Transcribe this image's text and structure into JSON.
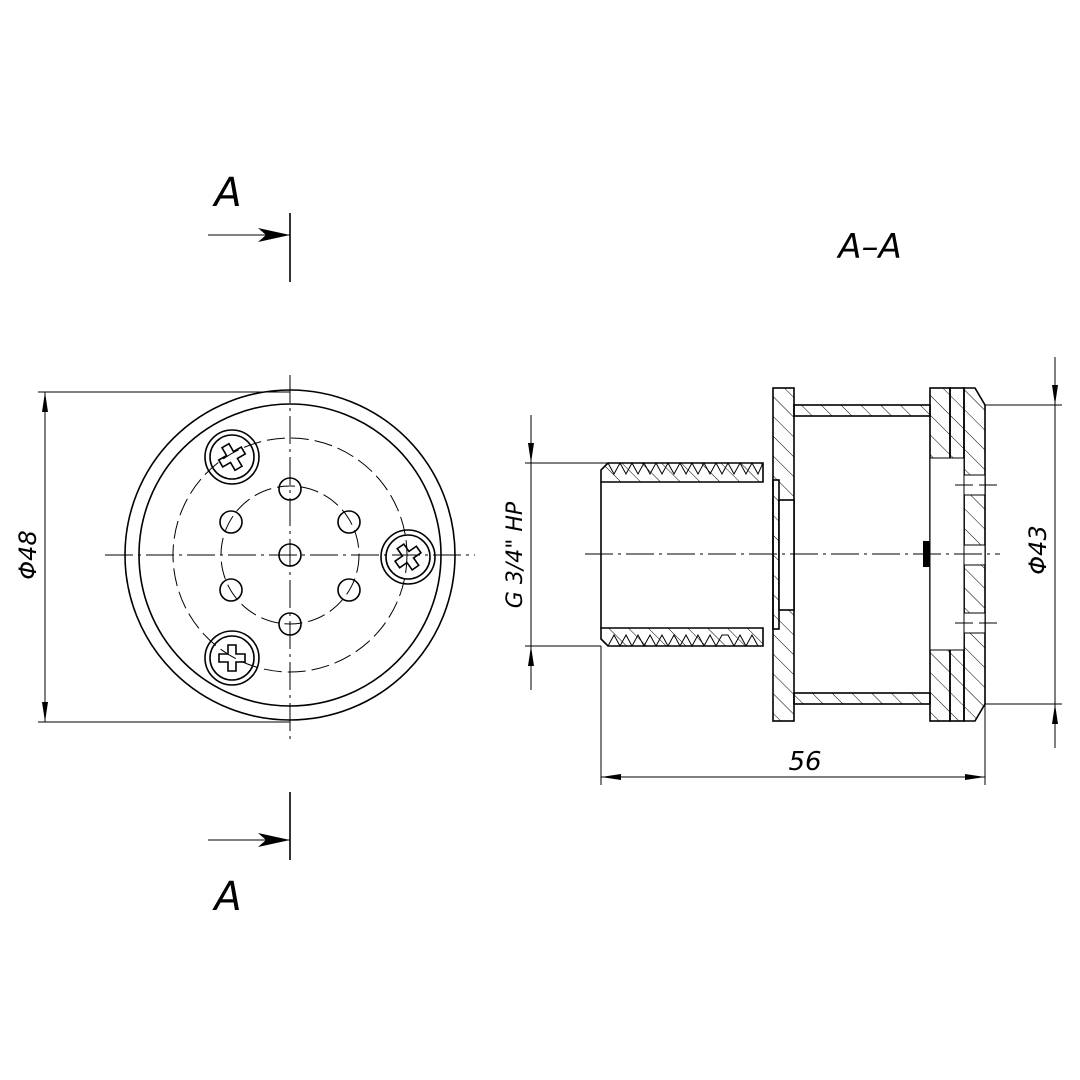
{
  "drawing": {
    "section_marker_top": "A",
    "section_marker_bottom": "A",
    "section_title": "A–A",
    "dim_outer_diameter": "Φ48",
    "dim_thread": "G 3/4\" HP",
    "dim_plate_diameter": "Φ43",
    "dim_length": "56",
    "color_line": "#000000",
    "color_background": "#ffffff"
  }
}
